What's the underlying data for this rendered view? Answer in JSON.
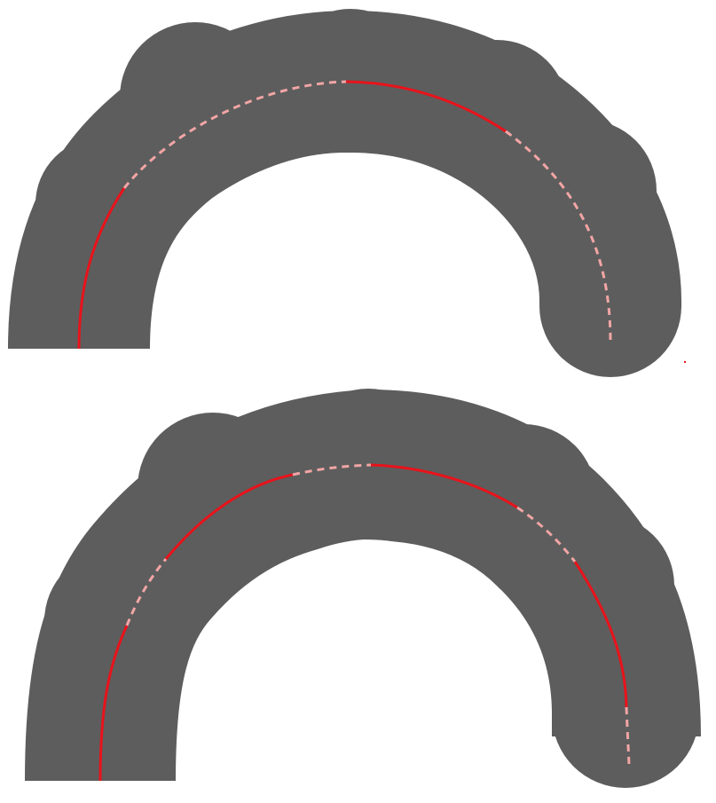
{
  "colors": {
    "background": "#ffffff",
    "band": "#5d5d5d",
    "solid_segment": "#e8131b",
    "dashed_segment": "#f2a5a5"
  },
  "diagrams": [
    {
      "id": "upper-arc",
      "segments": [
        {
          "style": "solid"
        },
        {
          "style": "dashed"
        },
        {
          "style": "solid"
        },
        {
          "style": "dashed"
        }
      ]
    },
    {
      "id": "lower-arc",
      "segments": [
        {
          "style": "solid"
        },
        {
          "style": "dashed"
        },
        {
          "style": "solid"
        },
        {
          "style": "dashed"
        },
        {
          "style": "solid"
        },
        {
          "style": "dashed"
        },
        {
          "style": "solid"
        },
        {
          "style": "dashed"
        }
      ]
    }
  ]
}
